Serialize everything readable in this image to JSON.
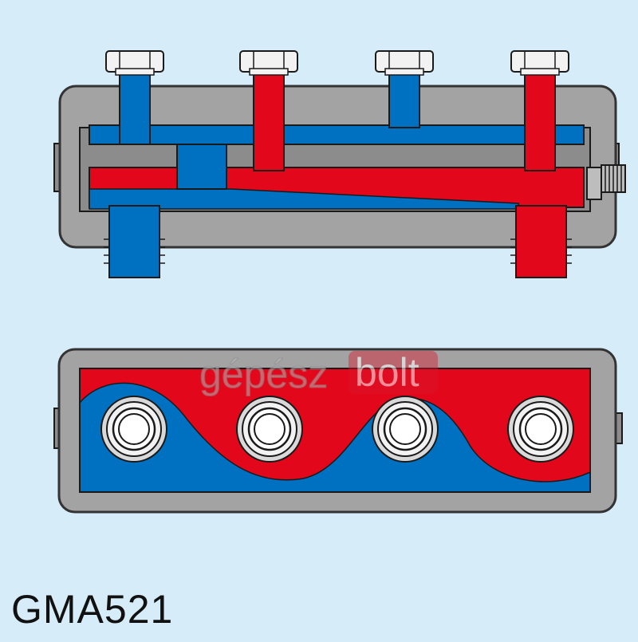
{
  "diagram": {
    "model_code": "GMA521",
    "watermark": {
      "word1": "gépész",
      "word2": "bolt"
    },
    "top_view": {
      "ports": [
        {
          "flow": "return"
        },
        {
          "flow": "supply"
        },
        {
          "flow": "return"
        },
        {
          "flow": "supply"
        }
      ]
    },
    "bottom_view": {
      "outlet_count": 4
    },
    "colors": {
      "background": "#d6ecf9",
      "housing": "#a3a3a3",
      "housing_outline": "#333333",
      "inner_channel": "#8c8c8c",
      "supply_red": "#e2071b",
      "return_blue": "#0070c0",
      "fitting_white": "#f2f2f2",
      "outline": "#1a1a1a",
      "watermark_grey": "#b8b8b8",
      "watermark_red": "#d9162c"
    }
  }
}
